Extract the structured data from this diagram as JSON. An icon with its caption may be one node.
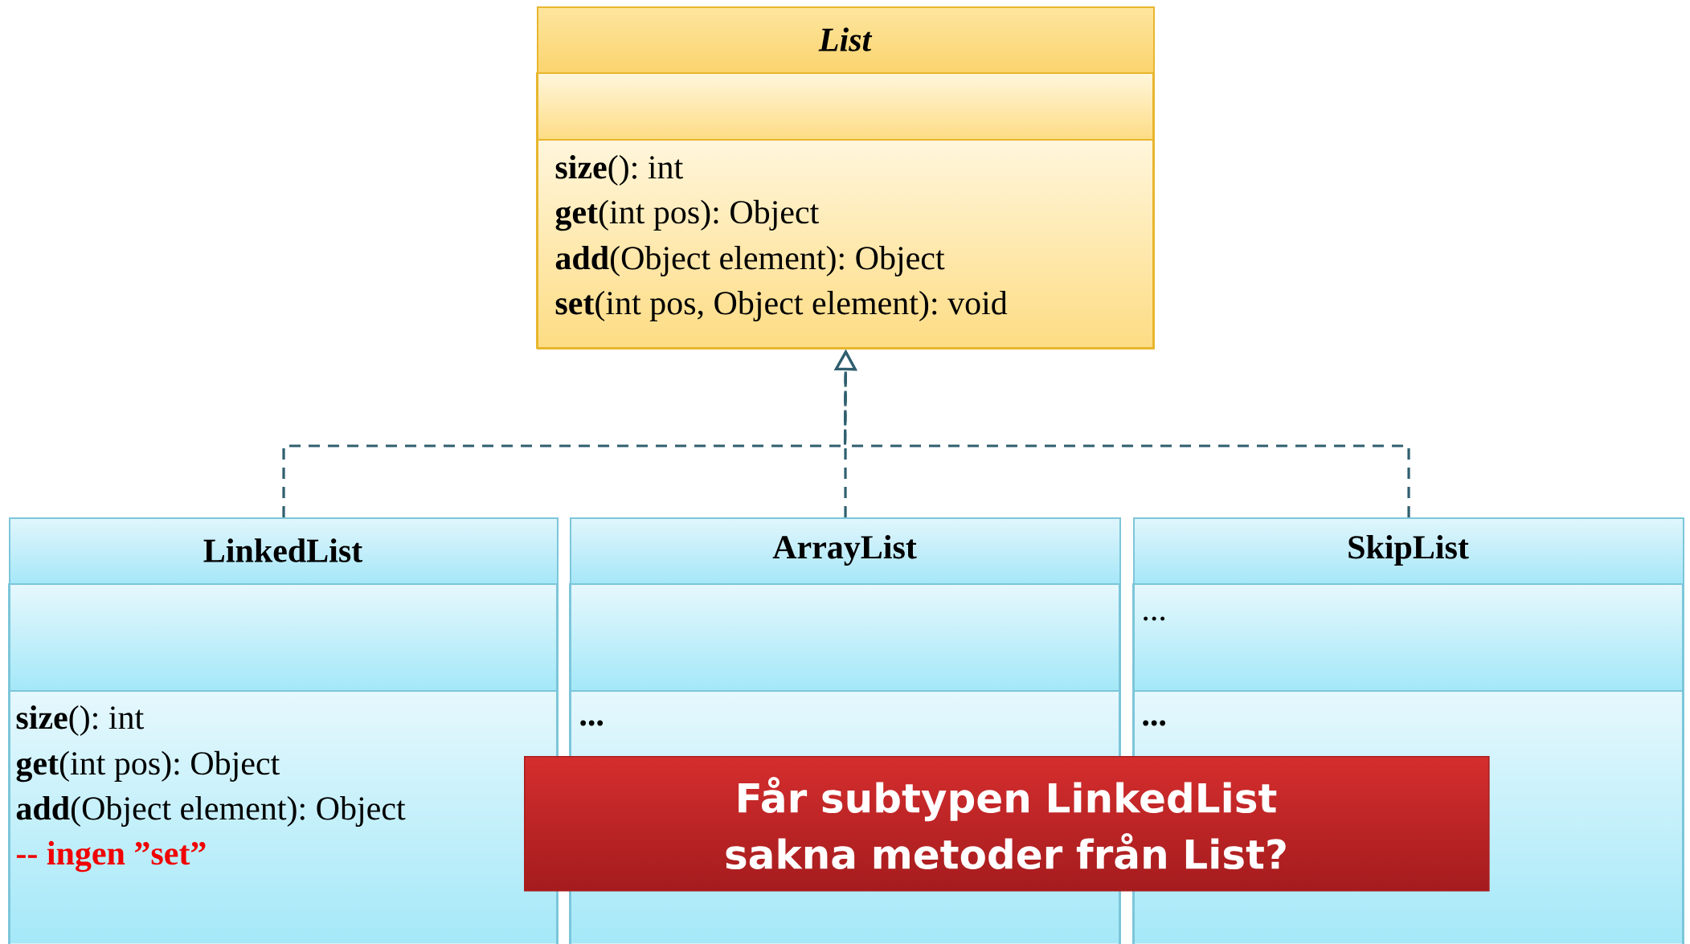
{
  "diagram": {
    "nodes": [
      {
        "text": [
          "List",
          "**size**(): int",
          "**get**(int pos): Object",
          "**add**(Object element): Object",
          "**set**(int pos, Object element): void"
        ]
      },
      {
        "text": [
          "LinkedList",
          "**size**(): int",
          "**get**(int pos): Object",
          "**add**(Object element): Object",
          "-- ingen ”set”"
        ]
      },
      {
        "text": [
          "ArrayList",
          "**...**"
        ]
      },
      {
        "text": [
          "SkipList",
          "...",
          "**...**"
        ]
      },
      {
        "text": [
          "Får subtypen LinkedList sakna metoder från List?"
        ]
      }
    ],
    "edges": [
      {
        "from": 1,
        "to": 0,
        "arrow": "to",
        "style": "dashed"
      },
      {
        "from": 2,
        "to": 0,
        "arrow": "to",
        "style": "dashed"
      },
      {
        "from": 3,
        "to": 0,
        "arrow": "to",
        "style": "dashed"
      }
    ]
  }
}
